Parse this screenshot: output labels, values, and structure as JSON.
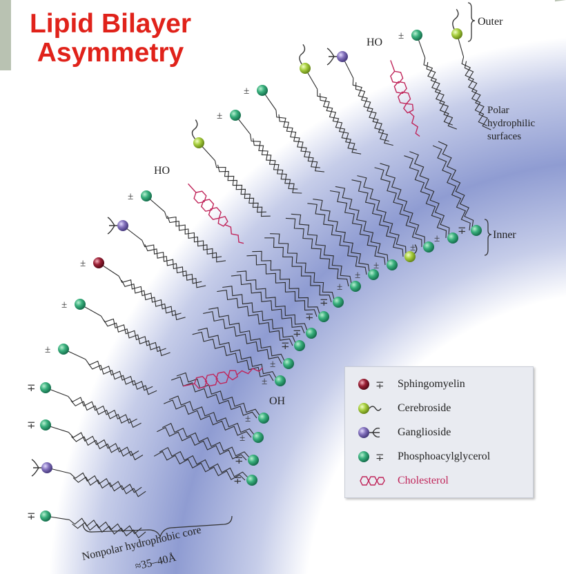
{
  "title": {
    "line1": "Lipid Bilayer",
    "line2": "Asymmetry"
  },
  "labels": {
    "outer": "Outer",
    "inner": "Inner",
    "polar_line1": "Polar",
    "polar_line2": "hydrophilic",
    "polar_line3": "surfaces",
    "core_line1": "Nonpolar hydrophobic core",
    "core_line2": "≈35–40Å",
    "ho": "HO",
    "oh": "OH",
    "charge_pm": "±",
    "charge_mp": "∓"
  },
  "legend": [
    {
      "name": "Sphingomyelin",
      "color": "#8e1b2e",
      "icon": "sphere-charge"
    },
    {
      "name": "Cerebroside",
      "color": "#9fc53a",
      "icon": "sphere-tail"
    },
    {
      "name": "Ganglioside",
      "color": "#7d6bb3",
      "icon": "sphere-fork"
    },
    {
      "name": "Phosphoacylglycerol",
      "color": "#2e9e6e",
      "icon": "sphere-charge"
    },
    {
      "name": "Cholesterol",
      "color": "#c0255a",
      "icon": "sterol-rings"
    }
  ],
  "colors": {
    "sphingomyelin": "#8e1b2e",
    "cerebroside": "#9fc53a",
    "ganglioside": "#7d6bb3",
    "phosphoacylglycerol": "#2e9e6e",
    "cholesterol": "#c0255a",
    "band": "#9aa6d6",
    "title": "#e0221a"
  }
}
